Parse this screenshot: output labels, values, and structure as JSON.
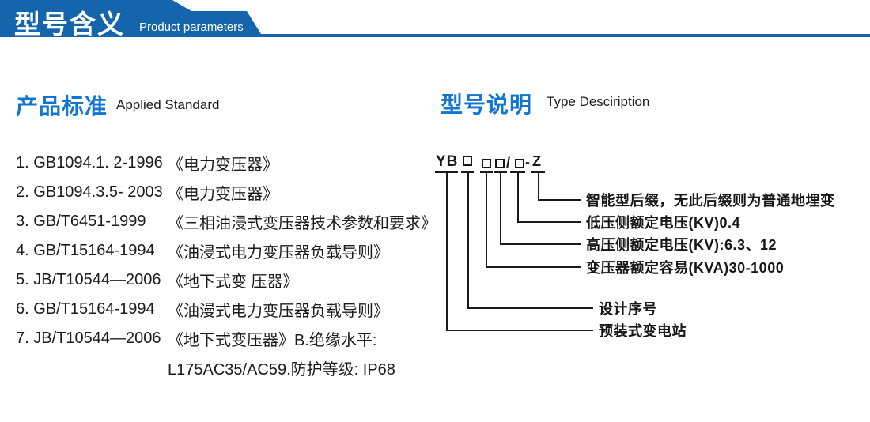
{
  "colors": {
    "banner_blue": "#1565ac",
    "heading_blue": "#1076d1",
    "ink": "#1b1b1b"
  },
  "header": {
    "title": "型号含义",
    "subtitle": "Product parameters"
  },
  "standards": {
    "title_zh": "产品标准",
    "title_en": "Applied Standard",
    "items": [
      {
        "code": "1. GB1094.1. 2-1996",
        "title": "《电力变压器》"
      },
      {
        "code": "2. GB1094.3.5- 2003",
        "title": "《电力变压器》"
      },
      {
        "code": "3. GB/T6451-1999",
        "title": "《三相油浸式变压器技术参数和要求》"
      },
      {
        "code": "4. GB/T15164-1994",
        "title": "《油浸式电力变压器负载导则》"
      },
      {
        "code": "5. JB/T10544—2006",
        "title": "《地下式变 压器》"
      },
      {
        "code": "6. GB/T15164-1994",
        "title": "《油漫式电力变压器负载导则》"
      },
      {
        "code": "7. JB/T10544—2006",
        "title": "《地下式变压器》B.绝缘水平:",
        "title2": "L175AC35/AC59.防护等级: IP68"
      }
    ]
  },
  "model": {
    "title_zh": "型号说明",
    "title_en": "Type Desciription",
    "code": {
      "prefix": "YB",
      "box": "□",
      "slash": "/",
      "dash": "-",
      "suffix": "Z"
    },
    "labels": [
      "智能型后缀，无此后缀则为普通地埋变",
      "低压侧额定电压(KV)0.4",
      "高压侧额定电压(KV):6.3、12",
      "变压器额定容易(KVA)30-1000",
      "设计序号",
      "预装式变电站"
    ]
  }
}
